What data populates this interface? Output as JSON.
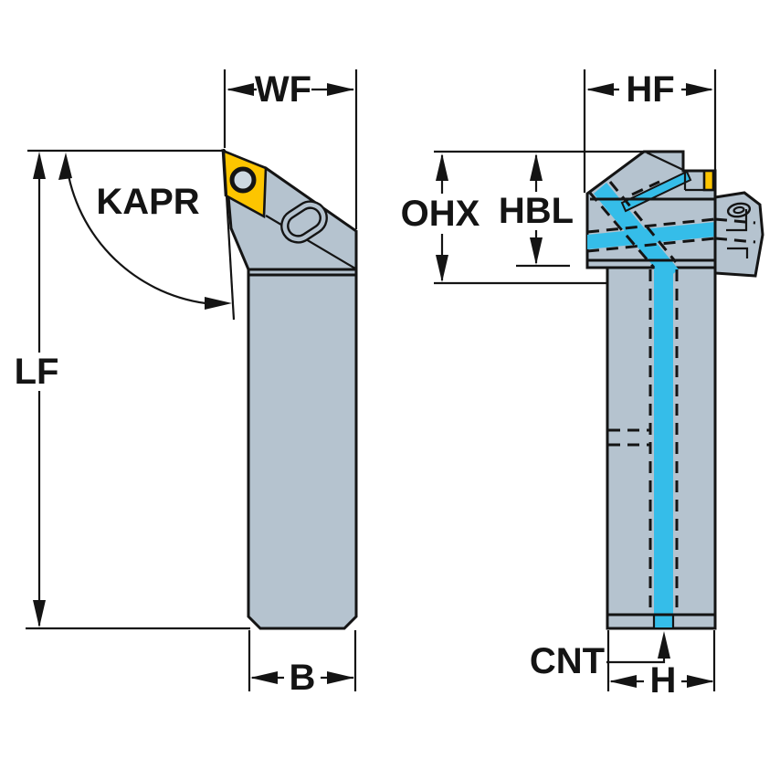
{
  "figure": {
    "type": "technical-drawing",
    "subject": "turning-tool-holder-with-coolant-channels",
    "views": [
      {
        "id": "front-view",
        "dimension_labels": [
          "WF",
          "KAPR",
          "LF",
          "B"
        ]
      },
      {
        "id": "side-view",
        "dimension_labels": [
          "HF",
          "OHX",
          "HBL",
          "CNT",
          "H"
        ]
      }
    ]
  },
  "labels": {
    "wf": "WF",
    "kapr": "KAPR",
    "lf": "LF",
    "b": "B",
    "hf": "HF",
    "ohx": "OHX",
    "hbl": "HBL",
    "cnt": "CNT",
    "h": "H"
  },
  "colors": {
    "background": "#ffffff",
    "body": "#b5c3cf",
    "coolant": "#35bde9",
    "insert": "#fdc500",
    "outline": "#141414",
    "hole": "#cdd9e2"
  }
}
